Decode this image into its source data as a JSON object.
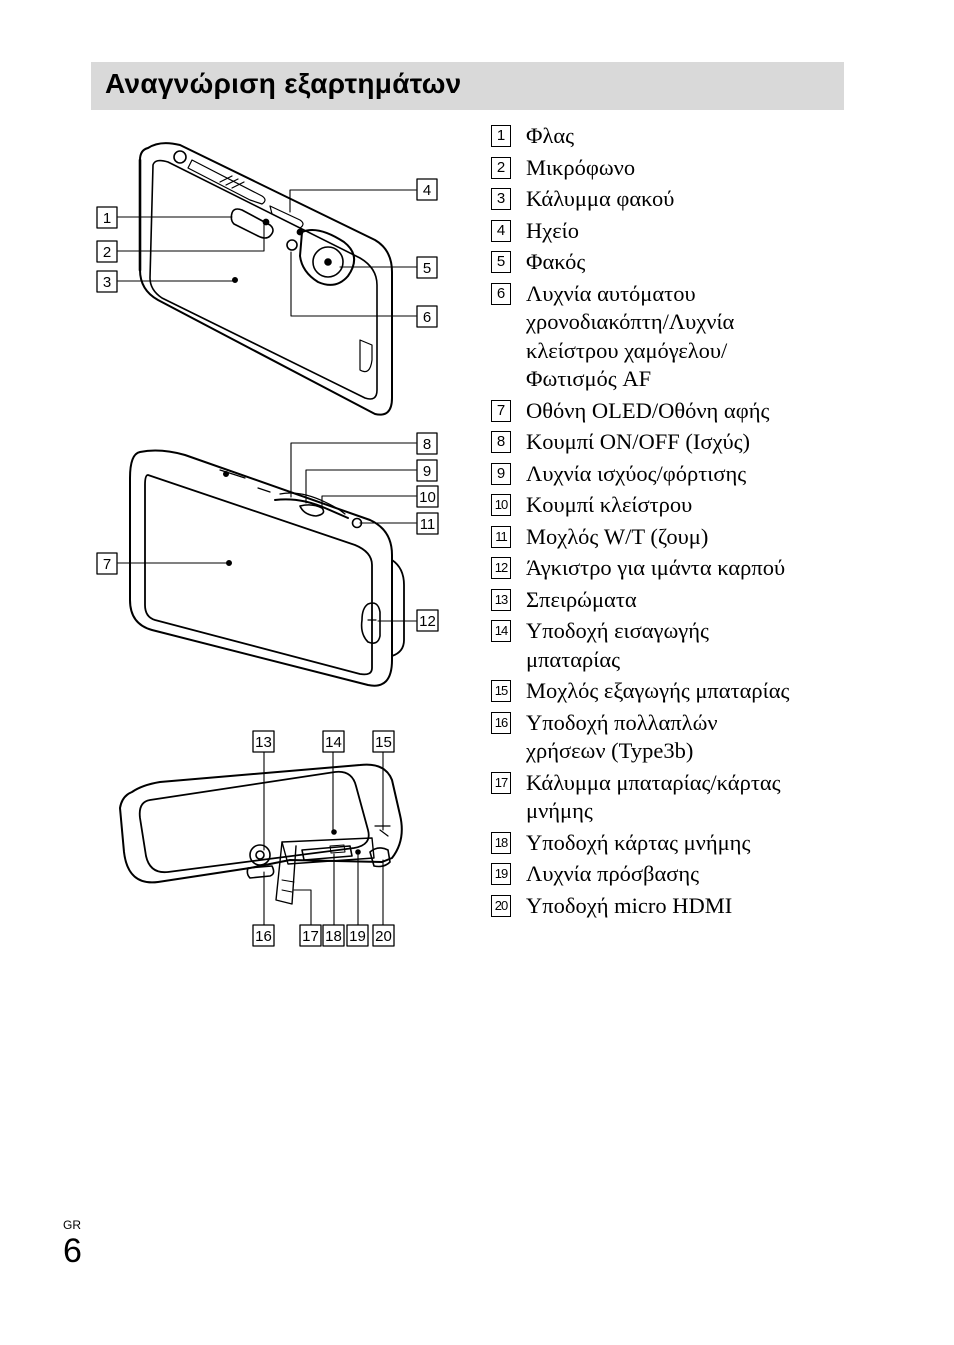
{
  "title": "Αναγνώριση εξαρτημάτων",
  "parts": [
    {
      "num": "1",
      "label": "Φλας"
    },
    {
      "num": "2",
      "label": "Μικρόφωνο"
    },
    {
      "num": "3",
      "label": "Κάλυμμα φακού"
    },
    {
      "num": "4",
      "label": "Ηχείο"
    },
    {
      "num": "5",
      "label": "Φακός"
    },
    {
      "num": "6",
      "label": "Λυχνία αυτόματου χρονοδιακόπτη/Λυχνία κλείστρου χαμόγελου/ Φωτισμός AF"
    },
    {
      "num": "7",
      "label": "Οθόνη OLED/Οθόνη αφής"
    },
    {
      "num": "8",
      "label": "Κουμπί ON/OFF (Ισχύς)"
    },
    {
      "num": "9",
      "label": "Λυχνία ισχύος/φόρτισης"
    },
    {
      "num": "10",
      "label": "Κουμπί κλείστρου"
    },
    {
      "num": "11",
      "label": "Μοχλός W/T (ζουμ)"
    },
    {
      "num": "12",
      "label": "Άγκιστρο για ιμάντα καρπού"
    },
    {
      "num": "13",
      "label": "Σπειρώματα"
    },
    {
      "num": "14",
      "label": "Υποδοχή εισαγωγής μπαταρίας"
    },
    {
      "num": "15",
      "label": "Μοχλός εξαγωγής μπαταρίας"
    },
    {
      "num": "16",
      "label": "Υποδοχή πολλαπλών χρήσεων (Type3b)"
    },
    {
      "num": "17",
      "label": "Κάλυμμα μπαταρίας/κάρτας μνήμης"
    },
    {
      "num": "18",
      "label": "Υποδοχή κάρτας μνήμης"
    },
    {
      "num": "19",
      "label": "Λυχνία πρόσβασης"
    },
    {
      "num": "20",
      "label": "Υποδοχή micro HDMI"
    }
  ],
  "footer": {
    "country": "GR",
    "page": "6"
  }
}
